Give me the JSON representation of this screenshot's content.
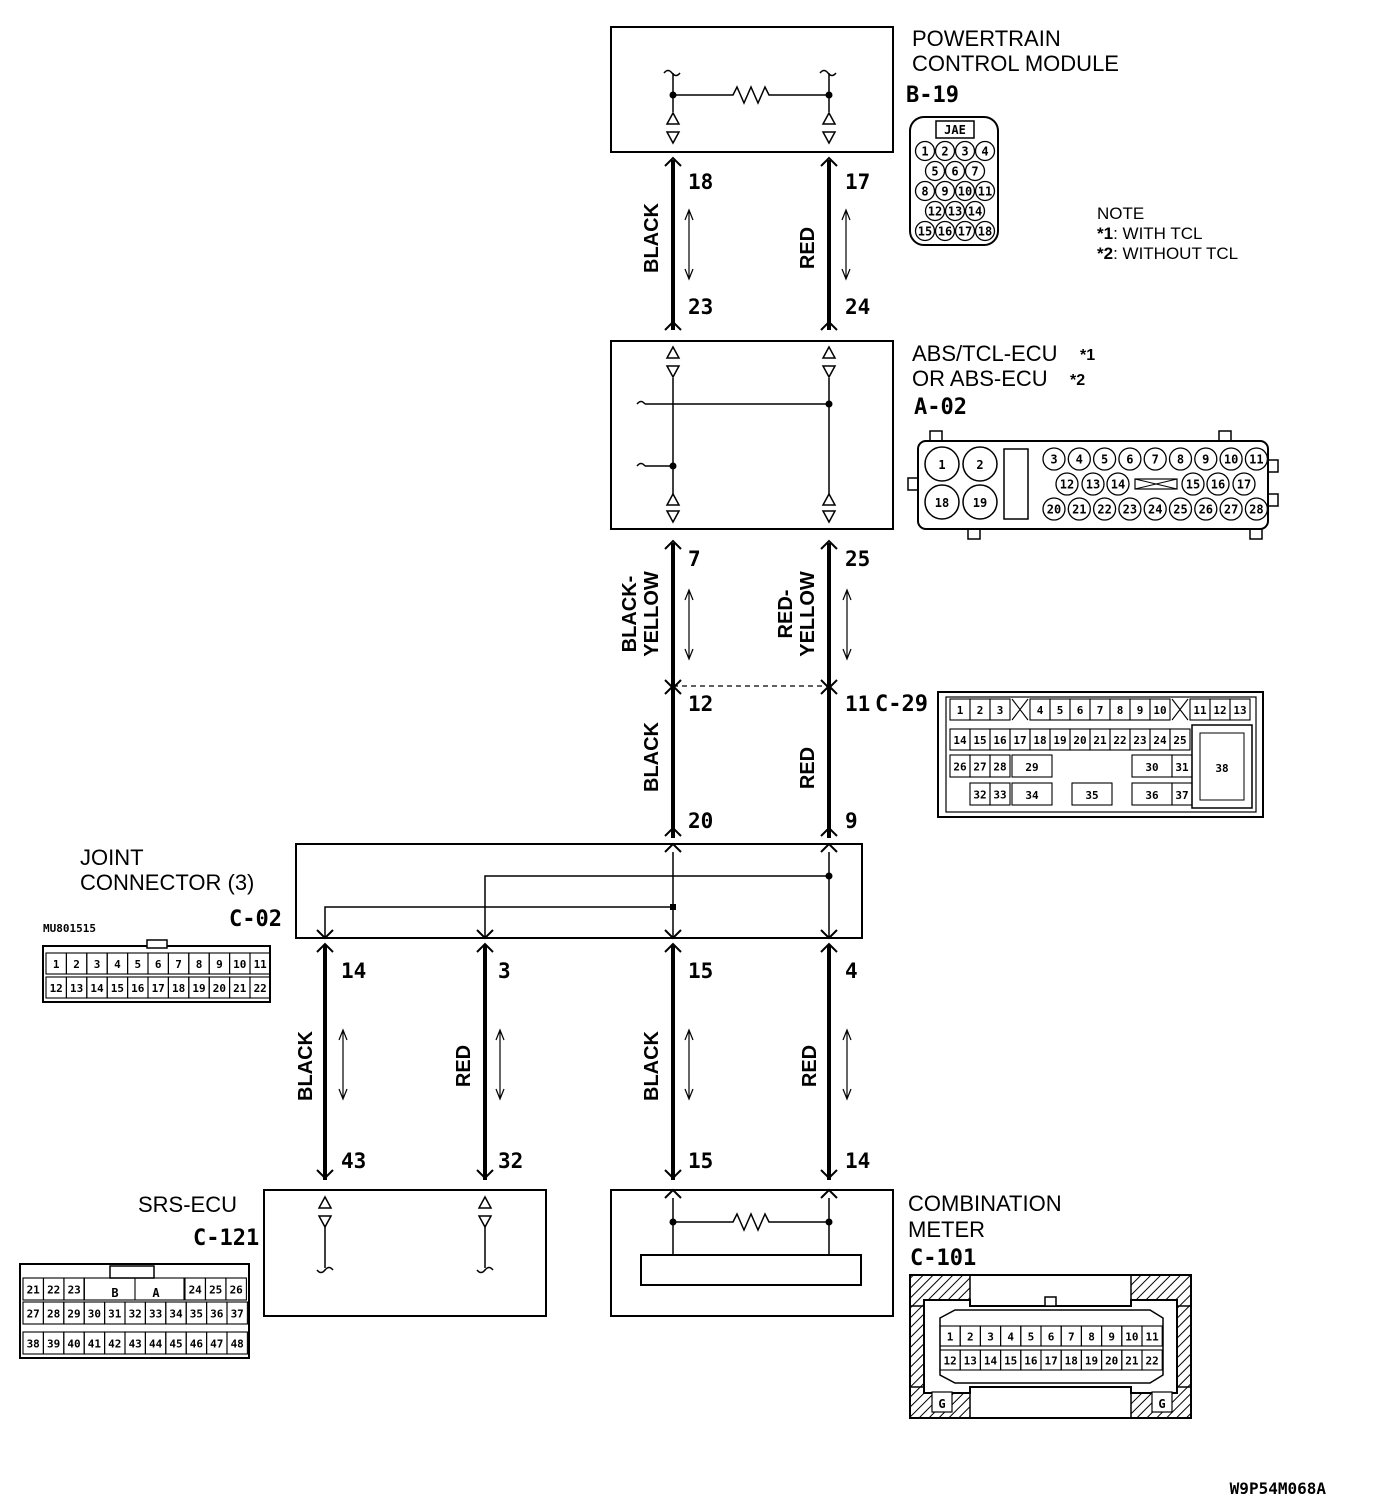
{
  "components": {
    "pcm": {
      "name_line1": "POWERTRAIN",
      "name_line2": "CONTROL MODULE",
      "code": "B-19",
      "connector_brand": "JAE"
    },
    "abs": {
      "name_line1": "ABS/TCL-ECU",
      "mark1": "*1",
      "name_line2": "OR ABS-ECU",
      "mark2": "*2",
      "code": "A-02"
    },
    "intermediate": {
      "code": "C-29"
    },
    "joint": {
      "name_line1": "JOINT",
      "name_line2": "CONNECTOR (3)",
      "code": "C-02",
      "part_no": "MU801515"
    },
    "srs": {
      "name": "SRS-ECU",
      "code": "C-121",
      "side_b": "B",
      "side_a": "A"
    },
    "meter": {
      "name_line1": "COMBINATION",
      "name_line2": "METER",
      "code": "C-101",
      "ground_mark": "G"
    }
  },
  "note": {
    "title": "NOTE",
    "item1_mark": "*1",
    "item1_text": ": WITH TCL",
    "item2_mark": "*2",
    "item2_text": ": WITHOUT TCL"
  },
  "wires": {
    "pcm_abs_black": "BLACK",
    "pcm_abs_red": "RED",
    "abs_c29_black_yellow_1": "BLACK-",
    "abs_c29_black_yellow_2": "YELLOW",
    "abs_c29_red_yellow_1": "RED-",
    "abs_c29_red_yellow_2": "YELLOW",
    "c29_joint_black": "BLACK",
    "c29_joint_red": "RED",
    "joint_srs_black": "BLACK",
    "joint_srs_red": "RED",
    "joint_meter_black": "BLACK",
    "joint_meter_red": "RED"
  },
  "pins": {
    "pcm_black": "18",
    "pcm_red": "17",
    "abs_top_black": "23",
    "abs_top_red": "24",
    "abs_bot_black": "7",
    "abs_bot_red": "25",
    "c29_black": "12",
    "c29_red": "11",
    "joint_in_black": "20",
    "joint_in_red": "9",
    "joint_out_14": "14",
    "joint_out_3": "3",
    "joint_out_15": "15",
    "joint_out_4": "4",
    "srs_black": "43",
    "srs_red": "32",
    "meter_black": "15",
    "meter_red": "14"
  },
  "connector_pins": {
    "b19_row1": [
      "1",
      "2",
      "3",
      "4"
    ],
    "b19_row2": [
      "5",
      "6",
      "7"
    ],
    "b19_row3": [
      "8",
      "9",
      "10",
      "11"
    ],
    "b19_row4": [
      "12",
      "13",
      "14"
    ],
    "b19_row5": [
      "15",
      "16",
      "17",
      "18"
    ],
    "a02_big": [
      "1",
      "2",
      "18",
      "19"
    ],
    "a02_row1": [
      "3",
      "4",
      "5",
      "6",
      "7",
      "8",
      "9",
      "10",
      "11"
    ],
    "a02_row2": [
      "12",
      "13",
      "14",
      "15",
      "16",
      "17"
    ],
    "a02_row3": [
      "20",
      "21",
      "22",
      "23",
      "24",
      "25",
      "26",
      "27",
      "28"
    ],
    "c29_row1": [
      "1",
      "2",
      "3",
      "4",
      "5",
      "6",
      "7",
      "8",
      "9",
      "10",
      "11",
      "12",
      "13"
    ],
    "c29_row2": [
      "14",
      "15",
      "16",
      "17",
      "18",
      "19",
      "20",
      "21",
      "22",
      "23",
      "24",
      "25"
    ],
    "c29_row3": [
      "26",
      "27",
      "28",
      "29",
      "30",
      "31",
      "38"
    ],
    "c29_row4": [
      "32",
      "33",
      "34",
      "35",
      "36",
      "37"
    ],
    "c02_row1": [
      "1",
      "2",
      "3",
      "4",
      "5",
      "6",
      "7",
      "8",
      "9",
      "10",
      "11"
    ],
    "c02_row2": [
      "12",
      "13",
      "14",
      "15",
      "16",
      "17",
      "18",
      "19",
      "20",
      "21",
      "22"
    ],
    "c121_row1": [
      "21",
      "22",
      "23",
      "24",
      "25",
      "26"
    ],
    "c121_row2": [
      "27",
      "28",
      "29",
      "30",
      "31",
      "32",
      "33",
      "34",
      "35",
      "36",
      "37"
    ],
    "c121_row3": [
      "38",
      "39",
      "40",
      "41",
      "42",
      "43",
      "44",
      "45",
      "46",
      "47",
      "48"
    ],
    "c101_row1": [
      "1",
      "2",
      "3",
      "4",
      "5",
      "6",
      "7",
      "8",
      "9",
      "10",
      "11"
    ],
    "c101_row2": [
      "12",
      "13",
      "14",
      "15",
      "16",
      "17",
      "18",
      "19",
      "20",
      "21",
      "22"
    ]
  },
  "figure_ref": "W9P54M068A"
}
